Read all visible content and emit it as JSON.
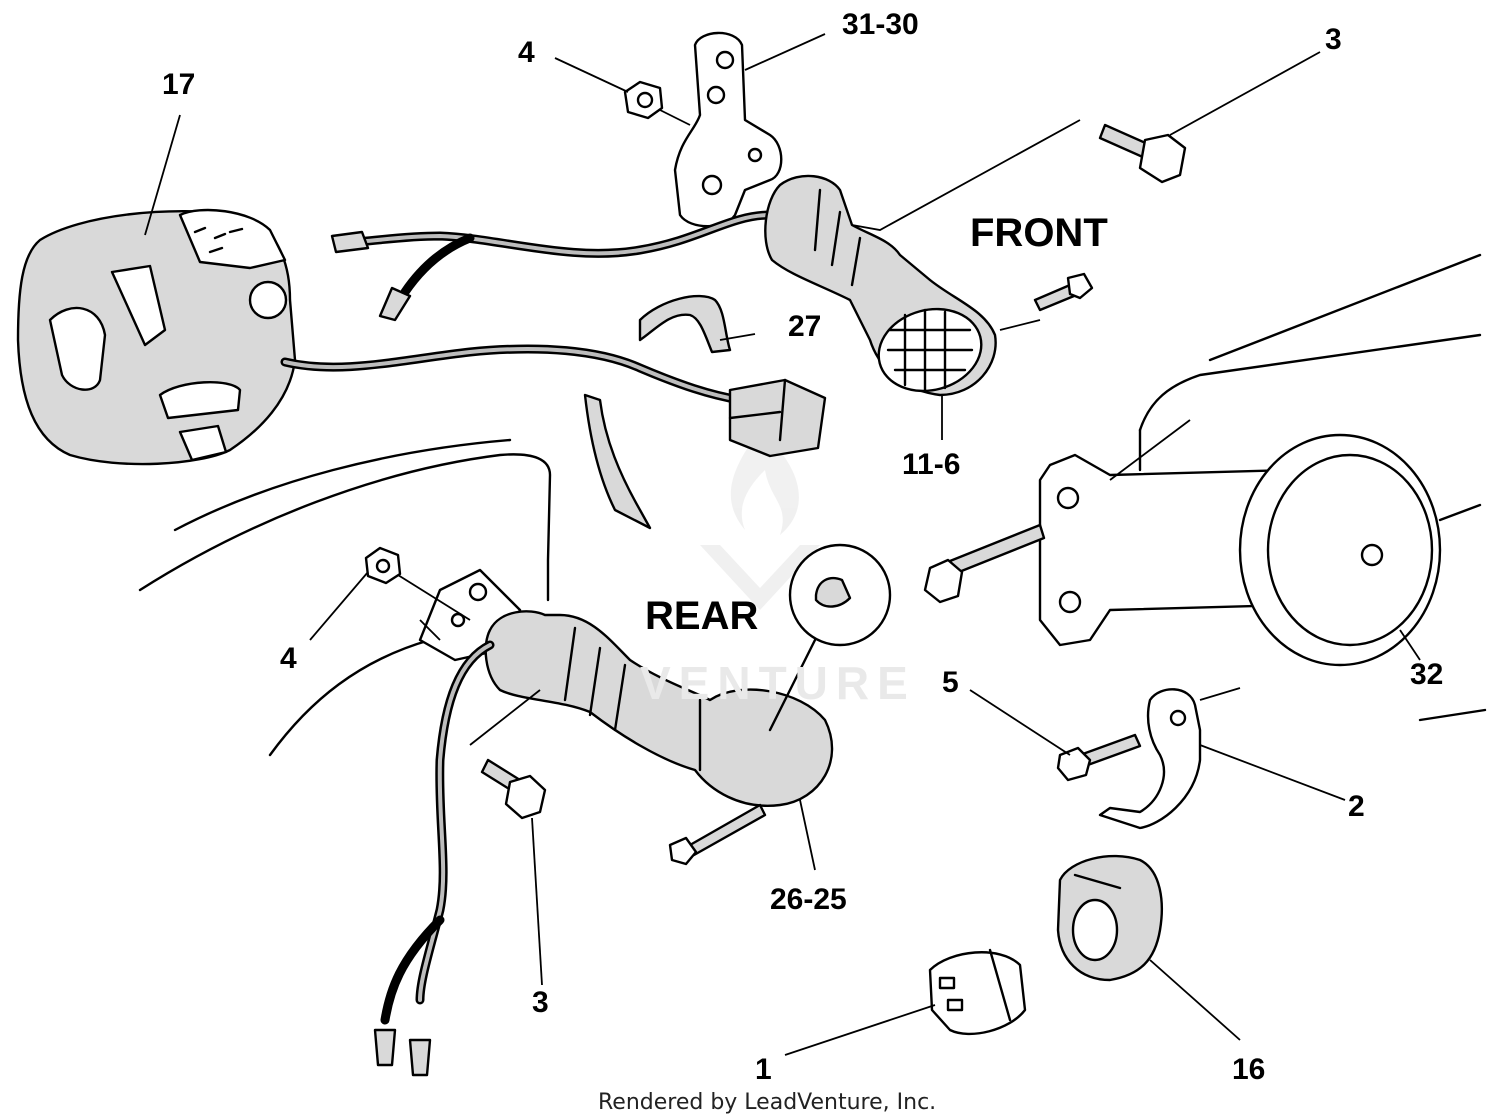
{
  "diagram": {
    "sections": {
      "front": "FRONT",
      "rear": "REAR"
    },
    "callouts": {
      "p17": "17",
      "p4_top": "4",
      "p31_30": "31-30",
      "p3_top": "3",
      "p27": "27",
      "p11_6": "11-6",
      "p32": "32",
      "p4_left": "4",
      "p5": "5",
      "p2": "2",
      "p3_bottom": "3",
      "p26_25": "26-25",
      "p16": "16",
      "p1": "1"
    },
    "credit": "Rendered by LeadVenture, Inc.",
    "watermark": "VENTURE"
  }
}
